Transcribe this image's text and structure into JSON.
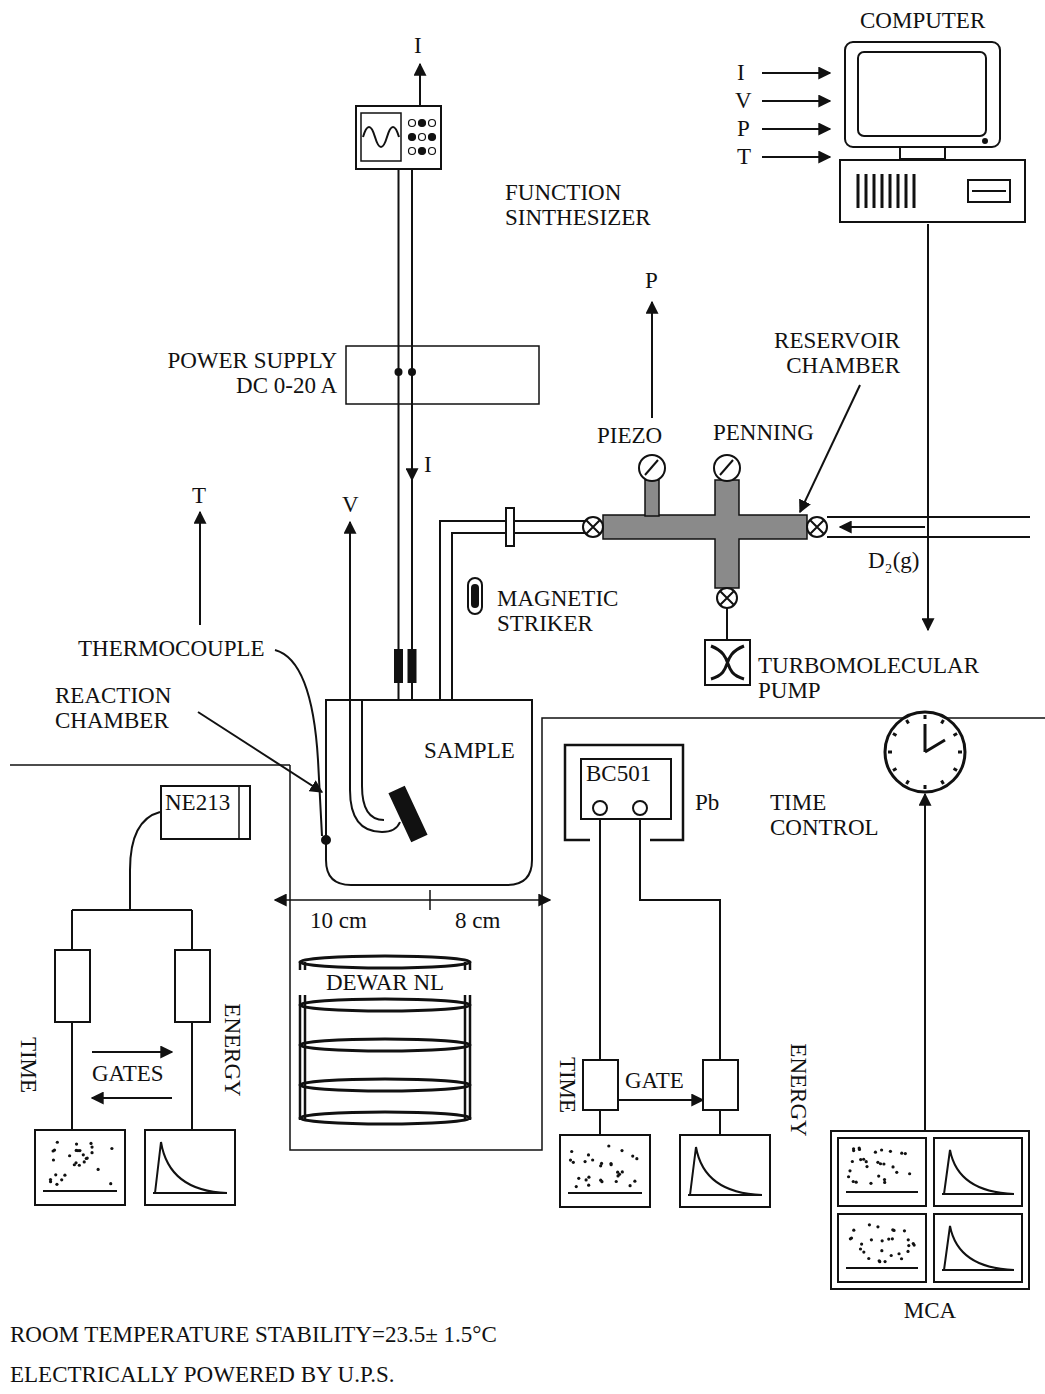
{
  "diagram": {
    "nodes": [
      {
        "text": [
          "FUNCTION SINTHESIZER"
        ]
      },
      {
        "text": [
          "POWER SUPPLY DC 0-20 A"
        ]
      },
      {
        "text": [
          "COMPUTER"
        ]
      },
      {
        "text": [
          "NE213"
        ]
      },
      {
        "text": [
          "BC501"
        ]
      },
      {
        "text": [
          "DEWAR NL"
        ]
      },
      {
        "text": [
          "TIME CONTROL"
        ]
      },
      {
        "text": [
          "MCA"
        ]
      }
    ],
    "edges": [
      {
        "from": 0,
        "to": 1,
        "arrow": "none"
      },
      {
        "from": 7,
        "to": 6,
        "arrow": "to"
      }
    ],
    "labels": [
      "I",
      "I",
      "V",
      "P",
      "T",
      "P",
      "RESERVOIR CHAMBER",
      "PIEZO",
      "PENNING",
      "I",
      "T",
      "V",
      "D₂(g)",
      "MAGNETIC STRIKER",
      "THERMOCOUPLE",
      "TURBOMOLECULAR PUMP",
      "REACTION CHAMBER",
      "SAMPLE",
      "Pb",
      "10 cm",
      "8 cm",
      "TIME",
      "GATES",
      "ENERGY",
      "TIME",
      "GATE",
      "ENERGY",
      "ROOM TEMPERATURE STABILITY=23.5± 1.5°C",
      "ELECTRICALLY POWERED BY U.P.S."
    ]
  }
}
